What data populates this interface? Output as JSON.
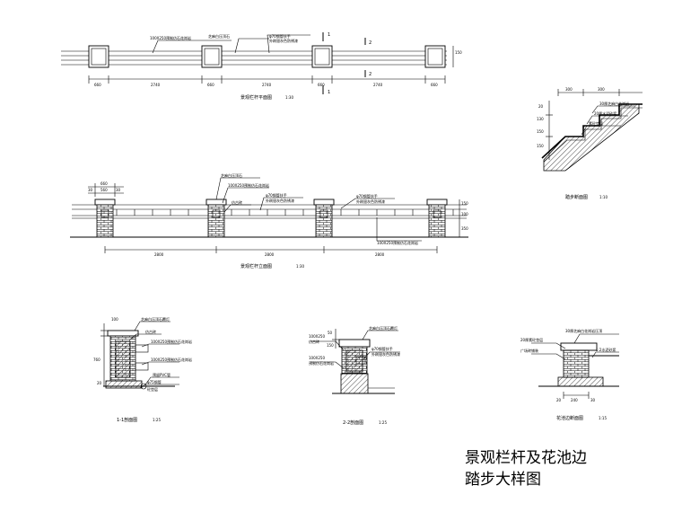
{
  "sheet_title": {
    "line1": "景观栏杆及花池边",
    "line2": "踏步大样图"
  },
  "views": {
    "plan": {
      "title": "景观栏杆平面图",
      "scale": "1:30",
      "labels": {
        "rail": "100X250预制仿石花岗岩",
        "cap": "芝麻白压顶石",
        "pipe": "φ70钢管扶手",
        "pipe_note": "外刷银灰色防锈漆"
      },
      "section_marks": [
        "1",
        "1",
        "2",
        "2"
      ],
      "dims": [
        "660",
        "2740",
        "660",
        "2740",
        "660",
        "2740",
        "660"
      ],
      "side_dim": "150"
    },
    "elevation": {
      "title": "景观栏杆立面图",
      "scale": "1:30",
      "labels": {
        "cap": "芝麻白压顶石",
        "panel": "100X250预制仿石花岗岩",
        "face": "仿古砖",
        "pipe": "φ70钢管扶手",
        "pipe_note": "外刷银灰色防锈漆",
        "bottom": "100X250预制仿石花岗岩"
      },
      "dims_top": [
        "660",
        "30",
        "560",
        "30"
      ],
      "dims_bottom": [
        "2800",
        "2800",
        "2800"
      ],
      "side_dims": [
        "150",
        "100",
        "350"
      ]
    },
    "step": {
      "title": "踏步断面图",
      "scale": "1:10",
      "labels": {
        "finish": "30厚芝麻白花岗岩",
        "mortar": "20厚水泥砂浆",
        "concrete": "素砼垫层"
      },
      "dims_top": [
        "300",
        "300"
      ],
      "dims_side": [
        "20",
        "130",
        "150",
        "150"
      ]
    },
    "sec11": {
      "title": "1-1剖面图",
      "scale": "1:25",
      "labels": {
        "cap": "芝麻白压顶石覆灯",
        "face": "仿古砖",
        "rail1": "100X250预制仿石花岗岩",
        "rail2": "100X250预制仿石花岗岩",
        "pvc": "预留PVC管",
        "pipe": "φ75钢管",
        "base": "砼垫层"
      },
      "dims": [
        "100",
        "760",
        "20"
      ]
    },
    "sec22": {
      "title": "2-2剖面图",
      "scale": "1:25",
      "labels": {
        "cap": "芝麻白压顶石覆灯",
        "panel": "100X250",
        "panel_note": "仿古砖",
        "pipe": "φ70钢管扶手",
        "pipe_note": "外刷银灰色防锈漆",
        "rail": "100X250",
        "rail_note": "预制仿石花岗岩"
      },
      "dims": [
        "50",
        "150"
      ]
    },
    "bed": {
      "title": "花池边断面图",
      "scale": "1:15",
      "labels": {
        "top": "30厚芝麻白花岗岩压顶",
        "wall": "20厚素砼垫层",
        "face": "广场砖铺装",
        "fill": "1:2水泥砂浆"
      },
      "dims": [
        "20",
        "240",
        "30"
      ]
    }
  }
}
